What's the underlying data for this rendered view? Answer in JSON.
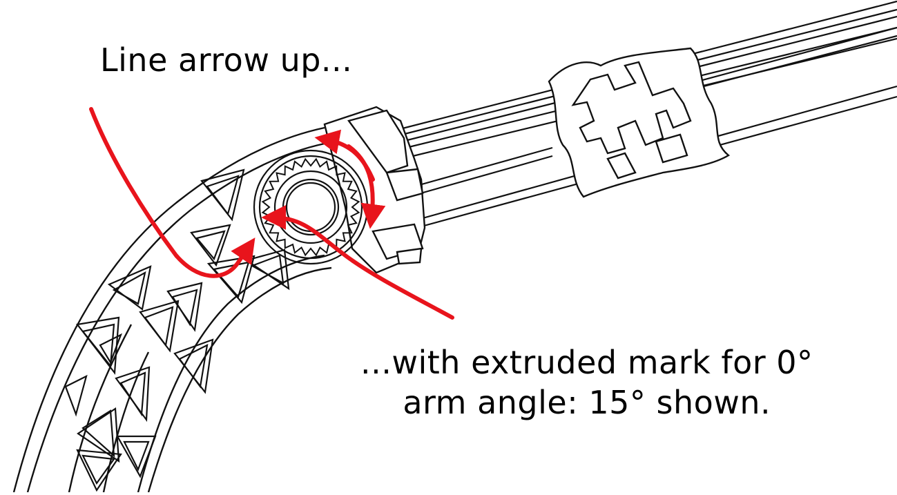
{
  "caption_top": "Line arrow up...",
  "caption_bottom": {
    "line1": "...with extruded mark for 0°",
    "line2": "arm angle: 15° shown."
  },
  "colors": {
    "annotation_arrow": "#e8141c",
    "line_art": "#111111",
    "background": "#ffffff"
  }
}
